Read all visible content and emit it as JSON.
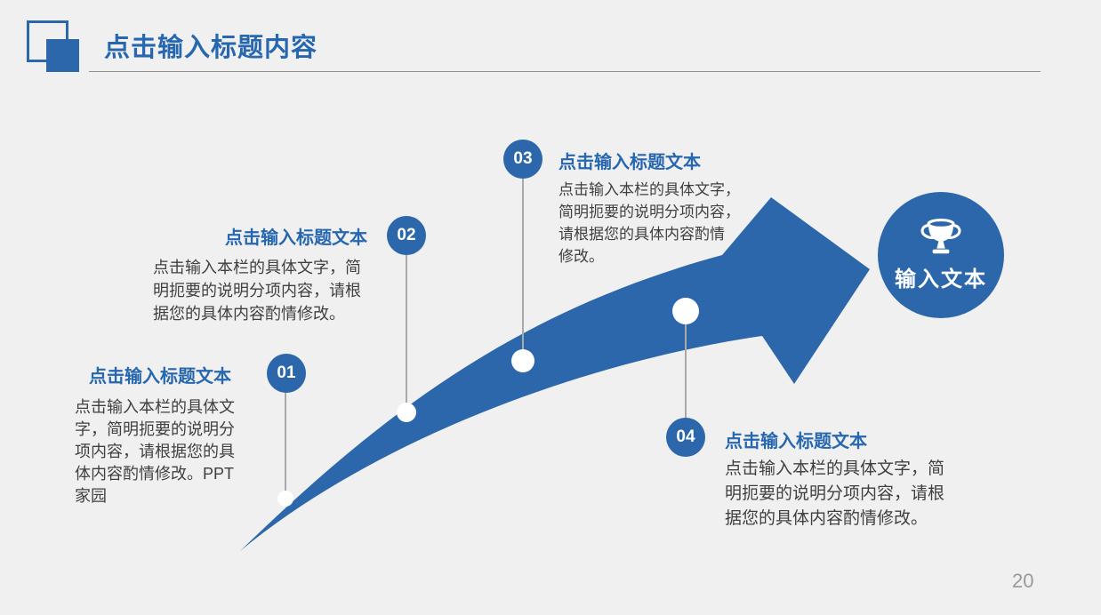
{
  "colors": {
    "background": "#f0f0f0",
    "accent": "#2c67ab",
    "title-blue": "#2767b0",
    "body-text": "#3f3f3f",
    "connector": "#a9a9a9"
  },
  "header": {
    "title": "点击输入标题内容"
  },
  "milestones": [
    {
      "number": "01",
      "title": "点击输入标题文本",
      "body_lines": [
        "点击输入本栏的具体文",
        "字，简明扼要的说明分",
        "项内容，请根据您的具",
        "体内容酌情修改。PPT",
        "家园"
      ]
    },
    {
      "number": "02",
      "title": "点击输入标题文本",
      "body_lines": [
        "点击输入本栏的具体文字，简",
        "明扼要的说明分项内容，请根",
        "据您的具体内容酌情修改。"
      ]
    },
    {
      "number": "03",
      "title": "点击输入标题文本",
      "body_lines": [
        "点击输入本栏的具体文字，",
        "简明扼要的说明分项内容，",
        "请根据您的具体内容酌情",
        "修改。"
      ]
    },
    {
      "number": "04",
      "title": "点击输入标题文本",
      "body_lines": [
        "点击输入本栏的具体文字，简",
        "明扼要的说明分项内容，请根",
        "据您的具体内容酌情修改。"
      ]
    }
  ],
  "result": {
    "label": "输入文本",
    "icon": "trophy-icon"
  },
  "slide": {
    "page_number": "20"
  }
}
